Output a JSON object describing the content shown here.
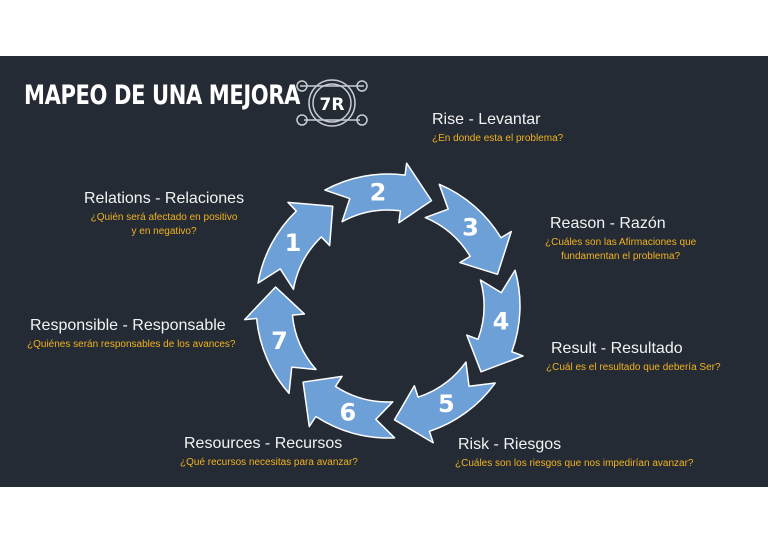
{
  "title": "MAPEO DE UNA MEJORA",
  "logo_text": "7R",
  "colors": {
    "slide_bg": "#242b35",
    "arrow_fill": "#6ea0d8",
    "arrow_stroke": "#ffffff",
    "question_text": "#f2b21f"
  },
  "steps": [
    {
      "num": "1",
      "title": "Rise - Levantar",
      "question": "¿En donde esta el problema?"
    },
    {
      "num": "2",
      "title": "Reason - Razón",
      "question_l1": "¿Cuáles son las Afirmaciones que",
      "question_l2": "fundamentan el problema?"
    },
    {
      "num": "3",
      "title": "Result - Resultado",
      "question": "¿Cuál es el resultado que debería Ser?"
    },
    {
      "num": "4",
      "title": "Risk - Riesgos",
      "question": "¿Cuáles son los riesgos que nos impedirían avanzar?"
    },
    {
      "num": "5",
      "title": "Resources - Recursos",
      "question": "¿Qué recursos necesitas para avanzar?"
    },
    {
      "num": "6",
      "title": "Responsible - Responsable",
      "question": "¿Quiénes serán responsables de los avances?"
    },
    {
      "num": "7",
      "title": "Relations - Relaciones",
      "question_l1": "¿Quién será afectado en positivo",
      "question_l2": "y en negativo?"
    }
  ]
}
